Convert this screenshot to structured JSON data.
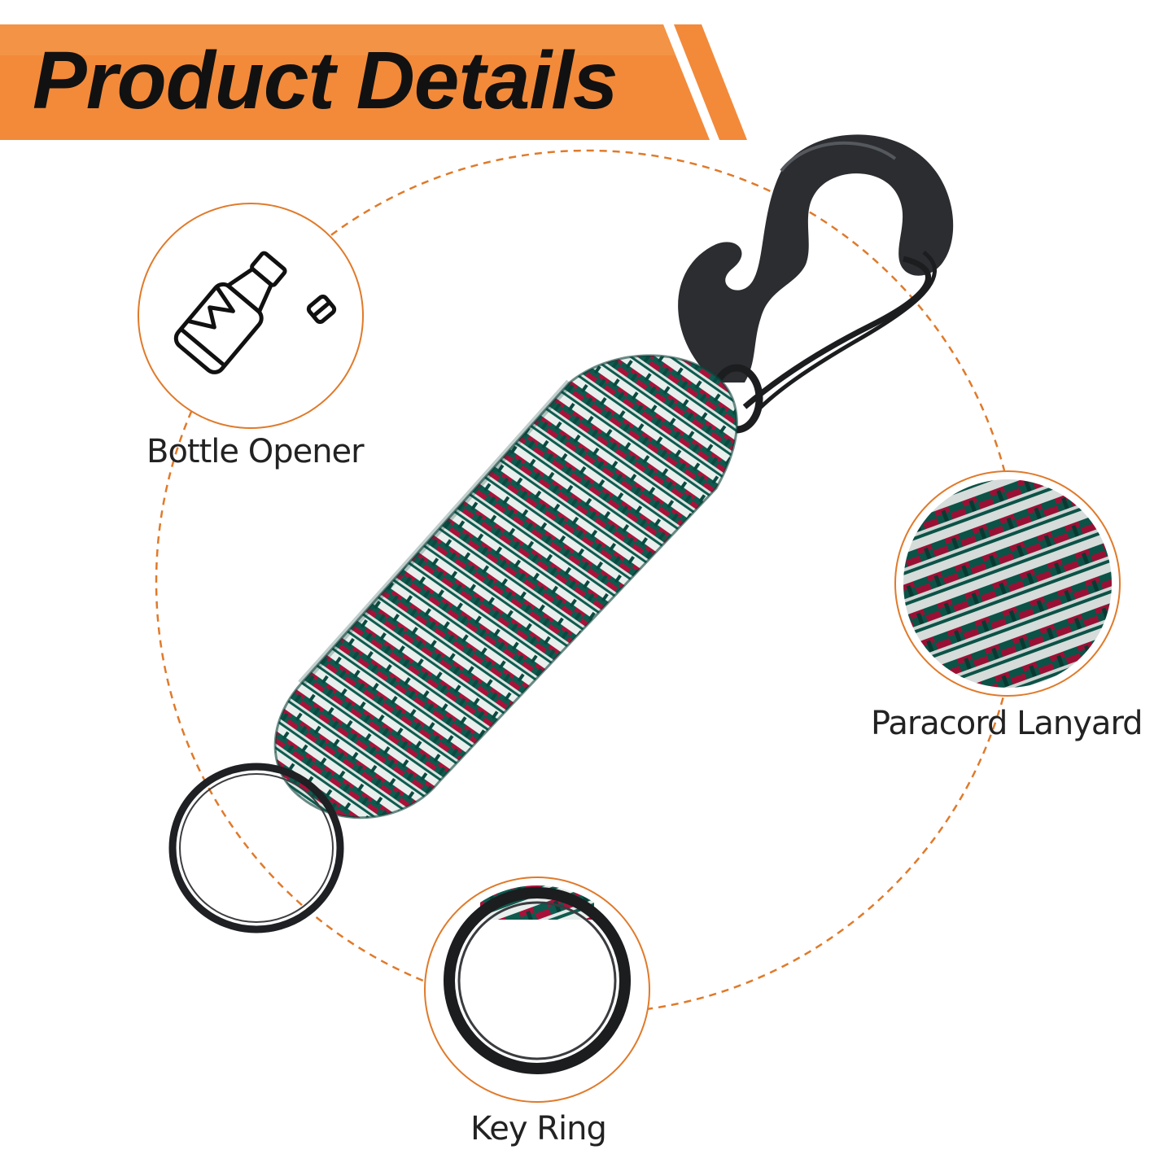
{
  "banner": {
    "title": "Product Details",
    "color_primary": "#f28a3a",
    "color_secondary": "#f7a35c"
  },
  "callouts": {
    "bottle_opener": {
      "label": "Bottle Opener",
      "icon": "bottle-opener-icon"
    },
    "paracord_lanyard": {
      "label": "Paracord Lanyard",
      "icon": "paracord-closeup"
    },
    "key_ring": {
      "label": "Key Ring",
      "icon": "key-ring-closeup"
    }
  },
  "colors": {
    "accent": "#e07a2a",
    "cord_green": "#0e5a4e",
    "cord_red": "#a8123a",
    "cord_white": "#e8efec",
    "metal": "#2b2d30"
  }
}
